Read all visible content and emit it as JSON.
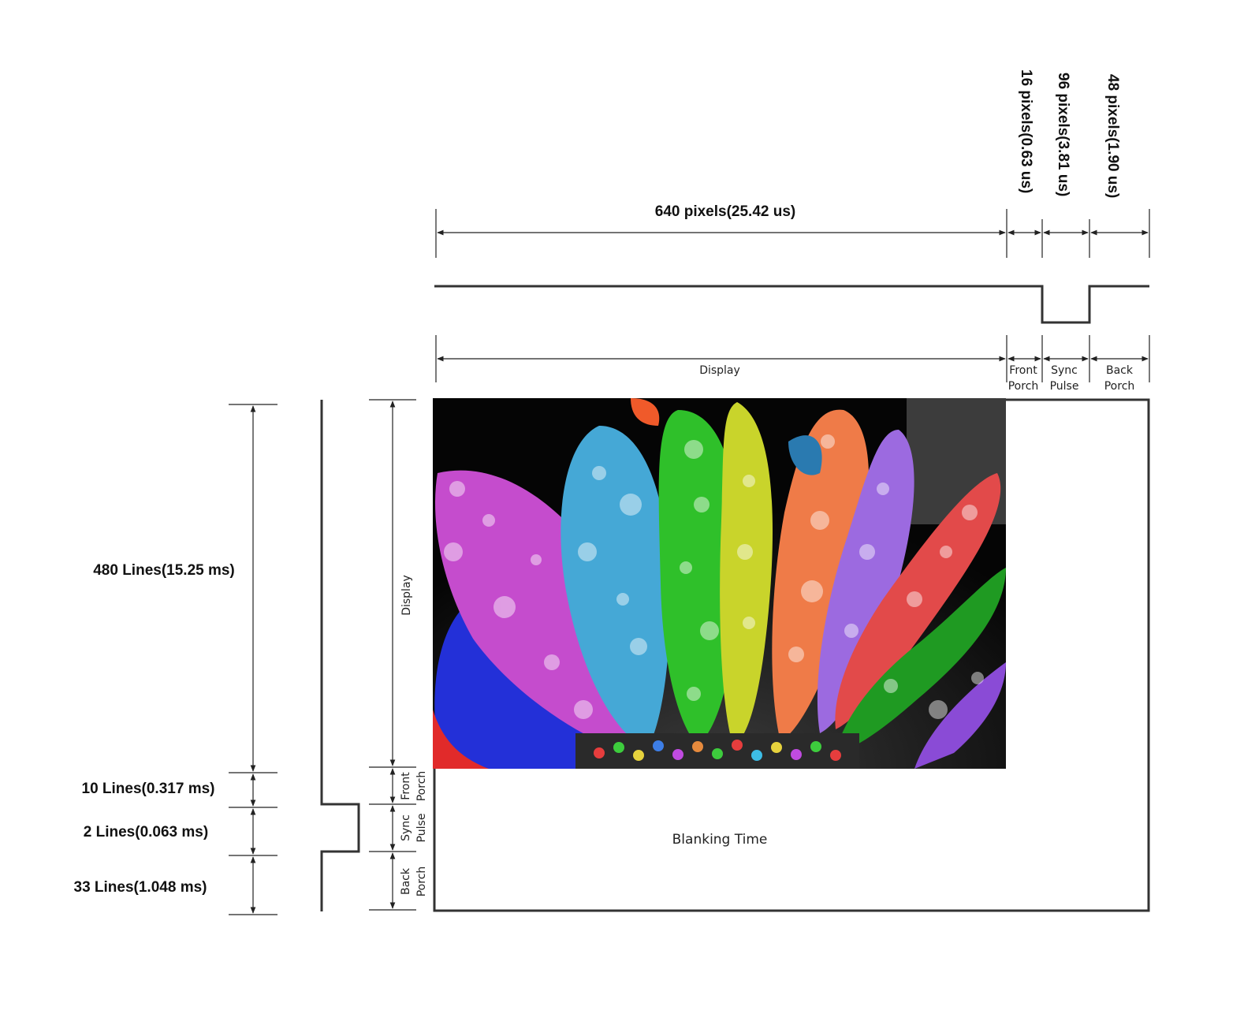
{
  "horizontal": {
    "display_pixels": "640 pixels(25.42 us)",
    "front_porch_pixels": "16 pixels(0.63 us)",
    "sync_pulse_pixels": "96 pixels(3.81 us)",
    "back_porch_pixels": "48 pixels(1.90 us)",
    "label_display": "Display",
    "label_front_1": "Front",
    "label_front_2": "Porch",
    "label_sync_1": "Sync",
    "label_sync_2": "Pulse",
    "label_back_1": "Back",
    "label_back_2": "Porch"
  },
  "vertical": {
    "display_lines": "480 Lines(15.25 ms)",
    "front_porch_lines": "10 Lines(0.317 ms)",
    "sync_pulse_lines": "2 Lines(0.063 ms)",
    "back_porch_lines": "33 Lines(1.048 ms)",
    "label_display": "Display",
    "label_front_1": "Front",
    "label_front_2": "Porch",
    "label_sync_1": "Sync",
    "label_sync_2": "Pulse",
    "label_back_1": "Back",
    "label_back_2": "Porch"
  },
  "blanking_label": "Blanking Time"
}
